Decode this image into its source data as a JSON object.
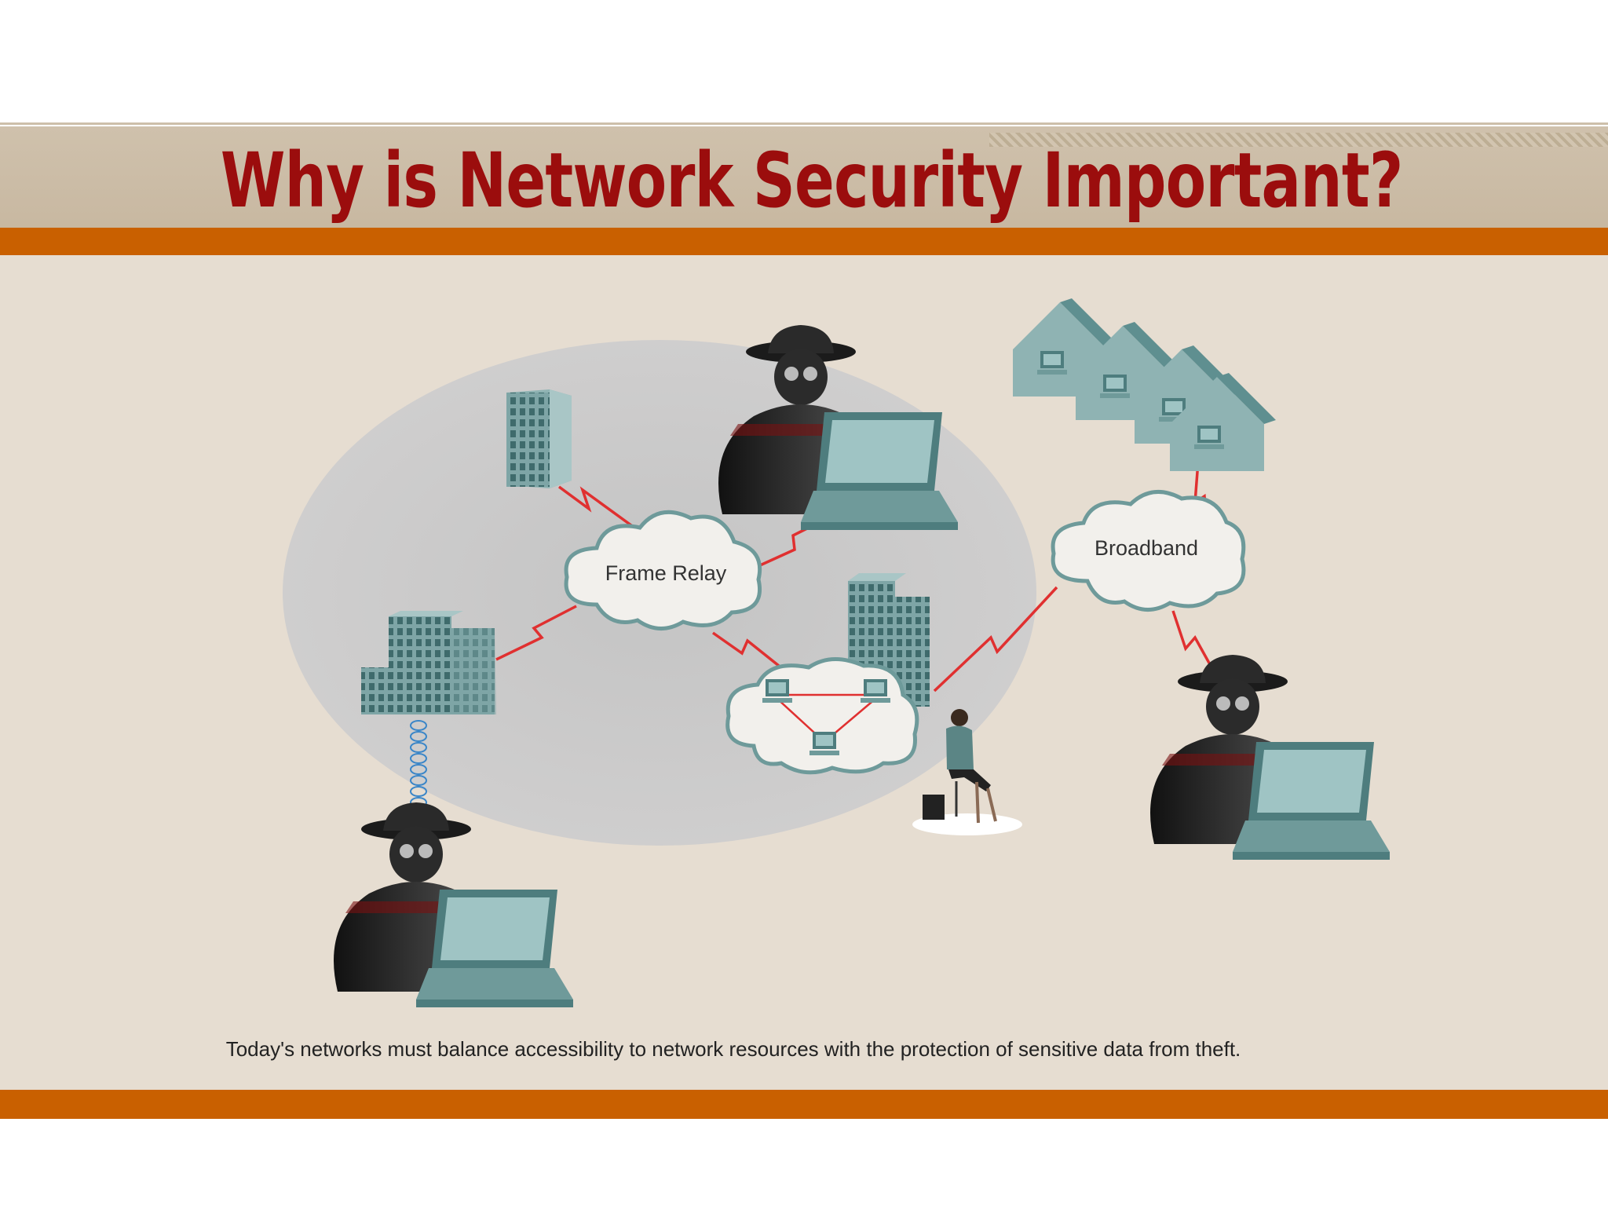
{
  "slide": {
    "title": "Why is Network Security Important?",
    "caption": "Today's networks must balance accessibility to network resources with the protection of sensitive data from theft."
  },
  "diagram": {
    "clouds": {
      "frame_relay": "Frame Relay",
      "broadband": "Broadband"
    }
  },
  "colors": {
    "title": "#9b0d0d",
    "accent_band": "#c96000",
    "header_bg": "#c8b8a1",
    "content_bg": "#e6ddd1",
    "link_line": "#e03030",
    "device_teal": "#6e9a9a"
  }
}
